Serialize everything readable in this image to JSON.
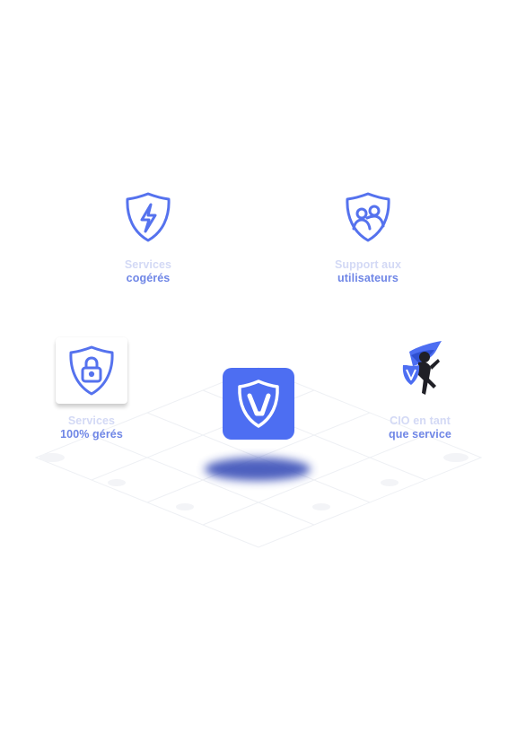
{
  "colors": {
    "accent": "#4d6ef2",
    "icon_stroke": "#5572ee",
    "label_strong": "#6f86e6",
    "label_faded": "#d3d9f5",
    "logo_shadow": "#3a4fb8"
  },
  "nodes": {
    "cogeres": {
      "icon": "shield-lightning-icon",
      "line1": "Services",
      "line2": "cogérés"
    },
    "support": {
      "icon": "shield-users-icon",
      "line1": "Support aux",
      "line2": "utilisateurs"
    },
    "geres": {
      "icon": "shield-lock-icon",
      "line1": "Services",
      "line2": "100% gérés"
    },
    "cio": {
      "icon": "superhero-icon",
      "line1": "CIO en tant",
      "line2": "que service"
    }
  },
  "center": {
    "icon": "v-shield-logo-icon"
  }
}
